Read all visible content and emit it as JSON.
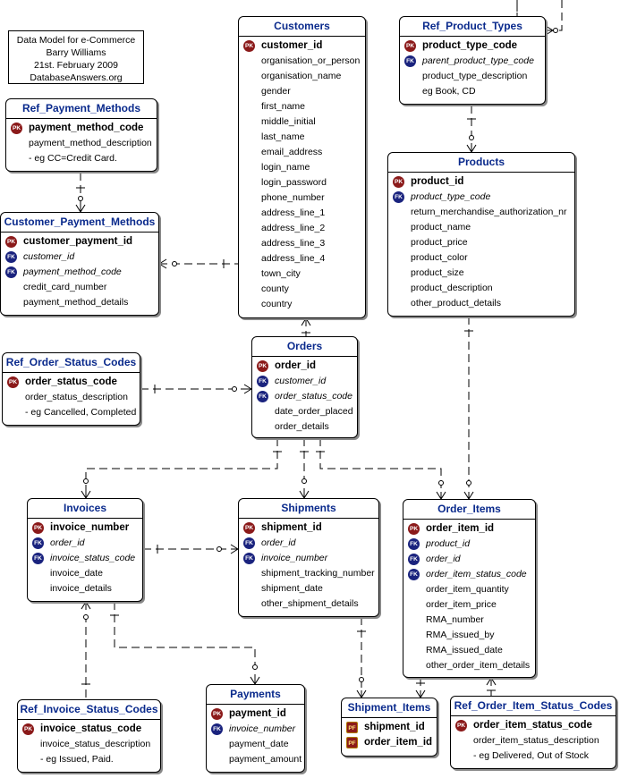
{
  "note": {
    "lines": [
      "Data Model for e-Commerce",
      "Barry Williams",
      "21st. February 2009",
      "DatabaseAnswers.org"
    ]
  },
  "entities": {
    "customers": {
      "title": "Customers",
      "rows": [
        {
          "key": "PK",
          "text": "customer_id"
        },
        {
          "key": "",
          "text": "organisation_or_person"
        },
        {
          "key": "",
          "text": "organisation_name"
        },
        {
          "key": "",
          "text": "gender"
        },
        {
          "key": "",
          "text": "first_name"
        },
        {
          "key": "",
          "text": "middle_initial"
        },
        {
          "key": "",
          "text": "last_name"
        },
        {
          "key": "",
          "text": "email_address"
        },
        {
          "key": "",
          "text": "login_name"
        },
        {
          "key": "",
          "text": "login_password"
        },
        {
          "key": "",
          "text": "phone_number"
        },
        {
          "key": "",
          "text": "address_line_1"
        },
        {
          "key": "",
          "text": "address_line_2"
        },
        {
          "key": "",
          "text": "address_line_3"
        },
        {
          "key": "",
          "text": "address_line_4"
        },
        {
          "key": "",
          "text": "town_city"
        },
        {
          "key": "",
          "text": "county"
        },
        {
          "key": "",
          "text": "country"
        }
      ]
    },
    "ref_product_types": {
      "title": "Ref_Product_Types",
      "rows": [
        {
          "key": "PK",
          "text": "product_type_code"
        },
        {
          "key": "FK",
          "text": "parent_product_type_code"
        },
        {
          "key": "",
          "text": "product_type_description"
        },
        {
          "key": "",
          "text": "eg Book, CD"
        }
      ]
    },
    "ref_payment_methods": {
      "title": "Ref_Payment_Methods",
      "rows": [
        {
          "key": "PK",
          "text": "payment_method_code"
        },
        {
          "key": "",
          "text": "payment_method_description"
        },
        {
          "key": "",
          "text": "- eg CC=Credit Card."
        }
      ]
    },
    "customer_payment_methods": {
      "title": "Customer_Payment_Methods",
      "rows": [
        {
          "key": "PK",
          "text": "customer_payment_id"
        },
        {
          "key": "FK",
          "text": "customer_id"
        },
        {
          "key": "FK",
          "text": "payment_method_code"
        },
        {
          "key": "",
          "text": "credit_card_number"
        },
        {
          "key": "",
          "text": "payment_method_details"
        }
      ]
    },
    "products": {
      "title": "Products",
      "rows": [
        {
          "key": "PK",
          "text": "product_id"
        },
        {
          "key": "FK",
          "text": "product_type_code"
        },
        {
          "key": "",
          "text": "return_merchandise_authorization_nr"
        },
        {
          "key": "",
          "text": "product_name"
        },
        {
          "key": "",
          "text": "product_price"
        },
        {
          "key": "",
          "text": "product_color"
        },
        {
          "key": "",
          "text": "product_size"
        },
        {
          "key": "",
          "text": "product_description"
        },
        {
          "key": "",
          "text": "other_product_details"
        }
      ]
    },
    "ref_order_status_codes": {
      "title": "Ref_Order_Status_Codes",
      "rows": [
        {
          "key": "PK",
          "text": "order_status_code"
        },
        {
          "key": "",
          "text": "order_status_description"
        },
        {
          "key": "",
          "text": "- eg Cancelled, Completed"
        }
      ]
    },
    "orders": {
      "title": "Orders",
      "rows": [
        {
          "key": "PK",
          "text": "order_id"
        },
        {
          "key": "FK",
          "text": "customer_id"
        },
        {
          "key": "FK",
          "text": "order_status_code"
        },
        {
          "key": "",
          "text": "date_order_placed"
        },
        {
          "key": "",
          "text": "order_details"
        }
      ]
    },
    "invoices": {
      "title": "Invoices",
      "rows": [
        {
          "key": "PK",
          "text": "invoice_number"
        },
        {
          "key": "FK",
          "text": "order_id"
        },
        {
          "key": "FK",
          "text": "invoice_status_code"
        },
        {
          "key": "",
          "text": "invoice_date"
        },
        {
          "key": "",
          "text": "invoice_details"
        }
      ]
    },
    "shipments": {
      "title": "Shipments",
      "rows": [
        {
          "key": "PK",
          "text": "shipment_id"
        },
        {
          "key": "FK",
          "text": "order_id"
        },
        {
          "key": "FK",
          "text": "invoice_number"
        },
        {
          "key": "",
          "text": "shipment_tracking_number"
        },
        {
          "key": "",
          "text": "shipment_date"
        },
        {
          "key": "",
          "text": "other_shipment_details"
        }
      ]
    },
    "order_items": {
      "title": "Order_Items",
      "rows": [
        {
          "key": "PK",
          "text": "order_item_id"
        },
        {
          "key": "FK",
          "text": "product_id"
        },
        {
          "key": "FK",
          "text": "order_id"
        },
        {
          "key": "FK",
          "text": "order_item_status_code"
        },
        {
          "key": "",
          "text": "order_item_quantity"
        },
        {
          "key": "",
          "text": "order_item_price"
        },
        {
          "key": "",
          "text": "RMA_number"
        },
        {
          "key": "",
          "text": "RMA_issued_by"
        },
        {
          "key": "",
          "text": "RMA_issued_date"
        },
        {
          "key": "",
          "text": "other_order_item_details"
        }
      ]
    },
    "ref_invoice_status_codes": {
      "title": "Ref_Invoice_Status_Codes",
      "rows": [
        {
          "key": "PK",
          "text": "invoice_status_code"
        },
        {
          "key": "",
          "text": "invoice_status_description"
        },
        {
          "key": "",
          "text": "- eg Issued, Paid."
        }
      ]
    },
    "payments": {
      "title": "Payments",
      "rows": [
        {
          "key": "PK",
          "text": "payment_id"
        },
        {
          "key": "FK",
          "text": "invoice_number"
        },
        {
          "key": "",
          "text": "payment_date"
        },
        {
          "key": "",
          "text": "payment_amount"
        }
      ]
    },
    "shipment_items": {
      "title": "Shipment_Items",
      "rows": [
        {
          "key": "PF",
          "text": "shipment_id"
        },
        {
          "key": "PF",
          "text": "order_item_id"
        }
      ]
    },
    "ref_order_item_status_codes": {
      "title": "Ref_Order_Item_Status_Codes",
      "rows": [
        {
          "key": "PK",
          "text": "order_item_status_code"
        },
        {
          "key": "",
          "text": "order_item_status_description"
        },
        {
          "key": "",
          "text": "- eg Delivered, Out of Stock"
        }
      ]
    }
  },
  "colors": {
    "title": "#0a2a8c",
    "pk": "#8b1a1a",
    "fk": "#1a237e",
    "line": "#000000"
  }
}
